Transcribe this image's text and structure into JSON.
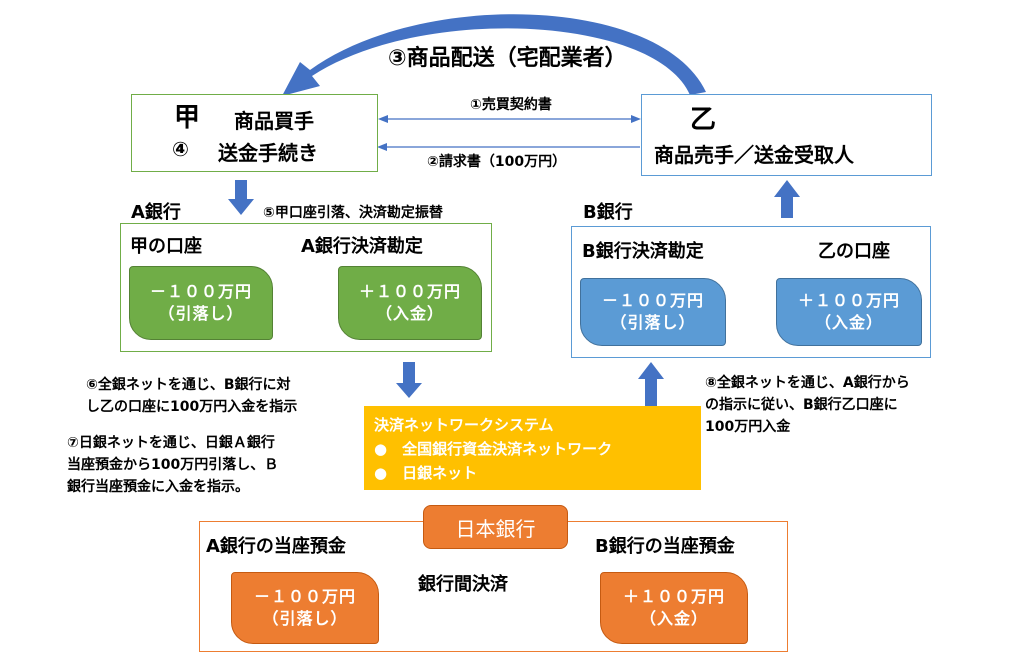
{
  "top_arrow_label": "③商品配送（宅配業者）",
  "buyer": {
    "name": "甲",
    "role": "商品買手",
    "step_num": "④",
    "step_label": "送金手続き"
  },
  "seller": {
    "name": "乙",
    "role": "商品売手／送金受取人"
  },
  "contract_label": "①売買契約書",
  "invoice_label": "②請求書（100万円）",
  "bank_a": {
    "label": "A銀行",
    "step5": "⑤甲口座引落、決済勘定振替",
    "account_title": "甲の口座",
    "settle_title": "A銀行決済勘定",
    "debit": [
      "－１００万円",
      "（引落し）"
    ],
    "credit": [
      "＋１００万円",
      "（入金）"
    ]
  },
  "bank_b": {
    "label": "B銀行",
    "settle_title": "B銀行決済勘定",
    "account_title": "乙の口座",
    "debit": [
      "－１００万円",
      "（引落し）"
    ],
    "credit": [
      "＋１００万円",
      "（入金）"
    ]
  },
  "note6": [
    "⑥全銀ネットを通じ、B銀行に対",
    "し乙の口座に100万円入金を指示"
  ],
  "note7": [
    "⑦日銀ネットを通じ、日銀Ａ銀行",
    "当座預金から100万円引落し、Ｂ",
    "銀行当座預金に入金を指示。"
  ],
  "note8": [
    "⑧全銀ネットを通じ、A銀行から",
    "の指示に従い、B銀行乙口座に",
    "100万円入金"
  ],
  "network": {
    "title": "決済ネットワークシステム",
    "items": [
      "●　全国銀行資金決済ネットワーク",
      "●　日銀ネット"
    ]
  },
  "boj": {
    "label": "日本銀行",
    "a_title": "A銀行の当座預金",
    "b_title": "B銀行の当座預金",
    "transfer_label": "銀行間決済",
    "debit": [
      "－１００万円",
      "（引落し）"
    ],
    "credit": [
      "＋１００万円",
      "（入金）"
    ]
  },
  "colors": {
    "green": "#70ad47",
    "blue": "#5b9bd5",
    "arrow_blue": "#4472c4",
    "orange": "#ed7d31",
    "yellow": "#ffc000"
  }
}
